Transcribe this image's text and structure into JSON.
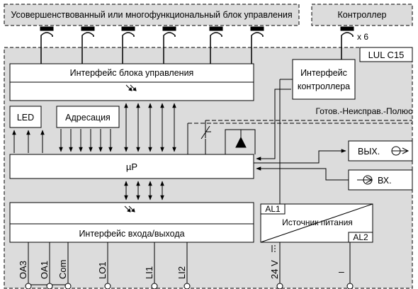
{
  "top_labels": {
    "control_unit": "Усовершенствованный или многофункциональный блок управления",
    "controller": "Контроллер"
  },
  "multiplier": "x 6",
  "model": "LUL C15",
  "blocks": {
    "control_interface": "Интерфейс блока управления",
    "controller_interface_line1": "Интерфейс",
    "controller_interface_line2": "контроллера",
    "led": "LED",
    "addressing": "Адресация",
    "micro": "µP",
    "io_interface": "Интерфейс входа/выхода",
    "power_supply": "Источник питания",
    "al1": "AL1",
    "al2": "AL2",
    "status": "Готов.-Неисправ.-Полюс",
    "out": "ВЫХ.",
    "in": "ВХ."
  },
  "terminals": {
    "oa3": "OA3",
    "oa1": "OA1",
    "com": "Com",
    "lo1": "LO1",
    "li1": "LI1",
    "li2": "LI2",
    "v24": "24 V",
    "minus": "–"
  },
  "colors": {
    "background": "#ffffff",
    "enclosure": "#dcdcdc",
    "line": "#000000"
  }
}
